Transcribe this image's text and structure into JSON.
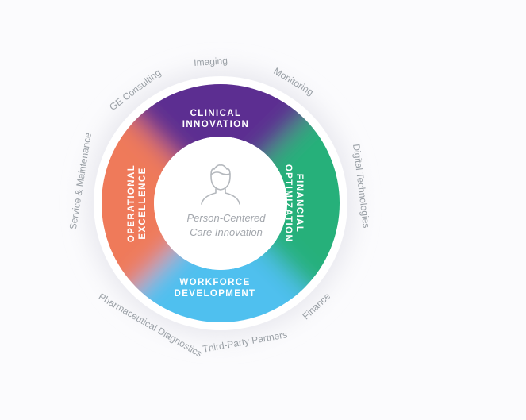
{
  "center": {
    "icon": "person-icon",
    "line1": "Person-Centered",
    "line2": "Care Innovation"
  },
  "segments": [
    {
      "id": "clinical",
      "lines": [
        "CLINICAL",
        "INNOVATION"
      ],
      "color": "#5b2d91"
    },
    {
      "id": "financial",
      "lines": [
        "FINANCIAL",
        "OPTIMIZATION"
      ],
      "color": "#26b07a"
    },
    {
      "id": "workforce",
      "lines": [
        "WORKFORCE",
        "DEVELOPMENT"
      ],
      "color": "#4fc0ef"
    },
    {
      "id": "operational",
      "lines": [
        "OPERATIONAL",
        "EXCELLENCE"
      ],
      "color": "#ef7a5a"
    }
  ],
  "outer_labels": [
    "Imaging",
    "Monitoring",
    "Digital Technologies",
    "Finance",
    "Third-Party Partners",
    "Pharmaceutical Diagnostics",
    "Service & Maintenance",
    "GE Consulting"
  ]
}
